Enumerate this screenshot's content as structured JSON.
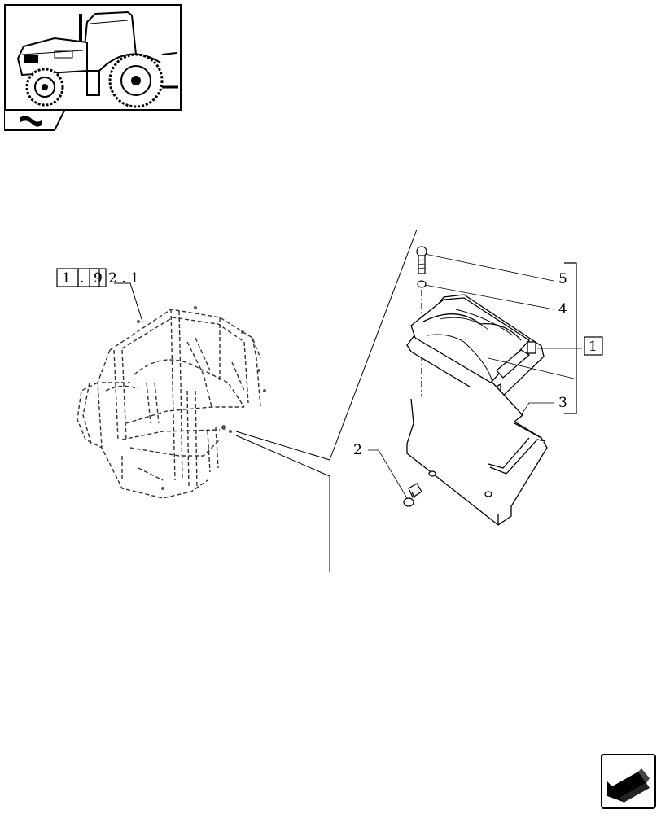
{
  "callouts": {
    "ref_left": [
      "1",
      ".",
      "9"
    ],
    "ref_left_suffix": "2 . 1",
    "item_5": "5",
    "item_4": "4",
    "item_1_box": "1",
    "item_3": "3",
    "item_2": "2"
  },
  "icons": {
    "thumbnail": "tractor-thumbnail-icon",
    "section": "section-tab-icon",
    "navigation": "next-page-arrow-icon"
  },
  "colors": {
    "line": "#000000",
    "dashed": "#333333"
  }
}
